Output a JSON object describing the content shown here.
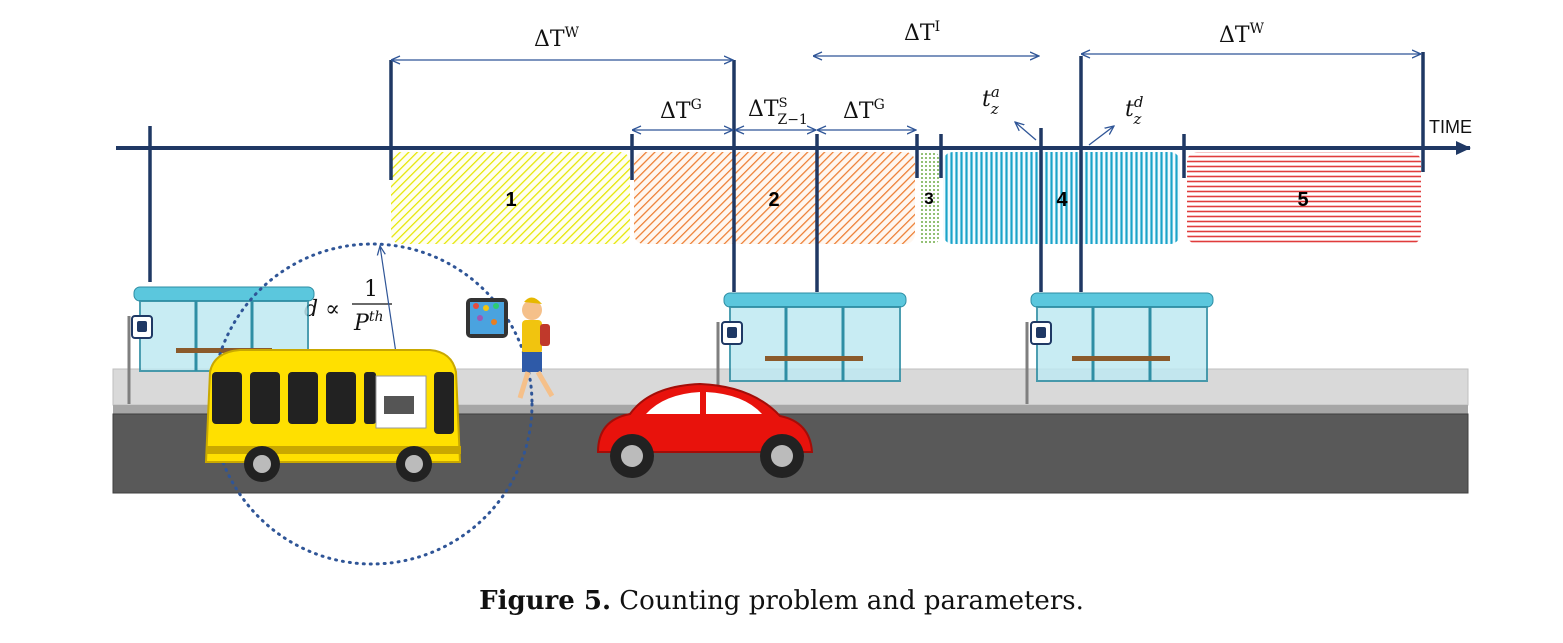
{
  "timeline": {
    "axis_label": "TIME",
    "intervals": [
      {
        "label": "1",
        "color": "#e6e600"
      },
      {
        "label": "2",
        "color": "#ed7d31"
      },
      {
        "label": "3",
        "color": "#70ad47"
      },
      {
        "label": "4",
        "color": "#1aa3c9"
      },
      {
        "label": "5",
        "color": "#e03c3c"
      }
    ]
  },
  "annotations": {
    "delta_tw_1": {
      "base": "ΔT",
      "sup": "W"
    },
    "delta_ti": {
      "base": "ΔT",
      "sup": "I"
    },
    "delta_tw_2": {
      "base": "ΔT",
      "sup": "W"
    },
    "delta_tg_1": {
      "base": "ΔT",
      "sup": "G"
    },
    "delta_ts": {
      "base": "ΔT",
      "sup": "S",
      "sub": "Z−1"
    },
    "delta_tg_2": {
      "base": "ΔT",
      "sup": "G"
    },
    "t_arrival": {
      "base": "t",
      "sup": "a",
      "sub": "z"
    },
    "t_departure": {
      "base": "t",
      "sup": "d",
      "sub": "z"
    },
    "distance": {
      "lhs": "d ∝",
      "numerator": "1",
      "denominator_base": "P",
      "denominator_sup": "th"
    }
  },
  "caption": {
    "label": "Figure 5.",
    "text": "Counting problem and parameters."
  },
  "colors": {
    "timeline": "#1f3864",
    "road": "#595959",
    "sidewalk": "#d9d9d9",
    "bus": "#ffe000",
    "car": "#e8120c",
    "shelter": "#5bc7dd"
  }
}
